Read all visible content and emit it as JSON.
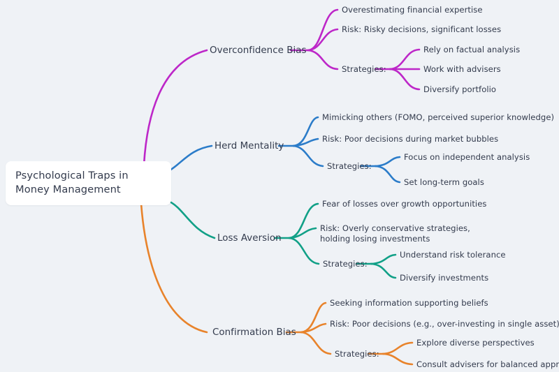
{
  "palette": {
    "background": "#eff2f6",
    "root_fill": "#ffffff",
    "text": "#333b4d",
    "branch_overconfidence": "#bd27c8",
    "branch_herd": "#2b7cc9",
    "branch_loss": "#11a087",
    "branch_confirmation": "#e8832b"
  },
  "root": {
    "label": "Psychological Traps in Money Management"
  },
  "branches": [
    {
      "id": "overconfidence-bias",
      "label": "Overconfidence Bias",
      "color": "#bd27c8",
      "children": [
        {
          "id": "overestimating-financial-expertise",
          "label": "Overestimating financial expertise"
        },
        {
          "id": "risk-risky-decisions",
          "label": "Risk: Risky decisions, significant losses"
        },
        {
          "id": "strategies-overconfidence",
          "label": "Strategies:",
          "children": [
            {
              "id": "rely-on-factual-analysis",
              "label": "Rely on factual analysis"
            },
            {
              "id": "work-with-advisers",
              "label": "Work with advisers"
            },
            {
              "id": "diversify-portfolio",
              "label": "Diversify portfolio"
            }
          ]
        }
      ]
    },
    {
      "id": "herd-mentality",
      "label": "Herd Mentality",
      "color": "#2b7cc9",
      "children": [
        {
          "id": "mimicking-others",
          "label": "Mimicking others (FOMO, perceived superior knowledge)"
        },
        {
          "id": "risk-poor-decisions-bubbles",
          "label": "Risk: Poor decisions during market bubbles"
        },
        {
          "id": "strategies-herd",
          "label": "Strategies:",
          "children": [
            {
              "id": "focus-on-independent-analysis",
              "label": "Focus on independent analysis"
            },
            {
              "id": "set-long-term-goals",
              "label": "Set long-term goals"
            }
          ]
        }
      ]
    },
    {
      "id": "loss-aversion",
      "label": "Loss Aversion",
      "color": "#11a087",
      "children": [
        {
          "id": "fear-of-losses",
          "label": "Fear of losses over growth opportunities"
        },
        {
          "id": "risk-overly-conservative",
          "label": "Risk: Overly conservative strategies, holding losing investments"
        },
        {
          "id": "strategies-loss",
          "label": "Strategies:",
          "children": [
            {
              "id": "understand-risk-tolerance",
              "label": "Understand risk tolerance"
            },
            {
              "id": "diversify-investments",
              "label": "Diversify investments"
            }
          ]
        }
      ]
    },
    {
      "id": "confirmation-bias",
      "label": "Confirmation Bias",
      "color": "#e8832b",
      "children": [
        {
          "id": "seeking-information-supporting-beliefs",
          "label": "Seeking information supporting beliefs"
        },
        {
          "id": "risk-poor-decisions-single-asset",
          "label": "Risk: Poor decisions (e.g., over-investing in single asset)"
        },
        {
          "id": "strategies-confirmation",
          "label": "Strategies:",
          "children": [
            {
              "id": "explore-diverse-perspectives",
              "label": "Explore diverse perspectives"
            },
            {
              "id": "consult-advisers-balanced",
              "label": "Consult advisers for balanced approach"
            }
          ]
        }
      ]
    }
  ]
}
